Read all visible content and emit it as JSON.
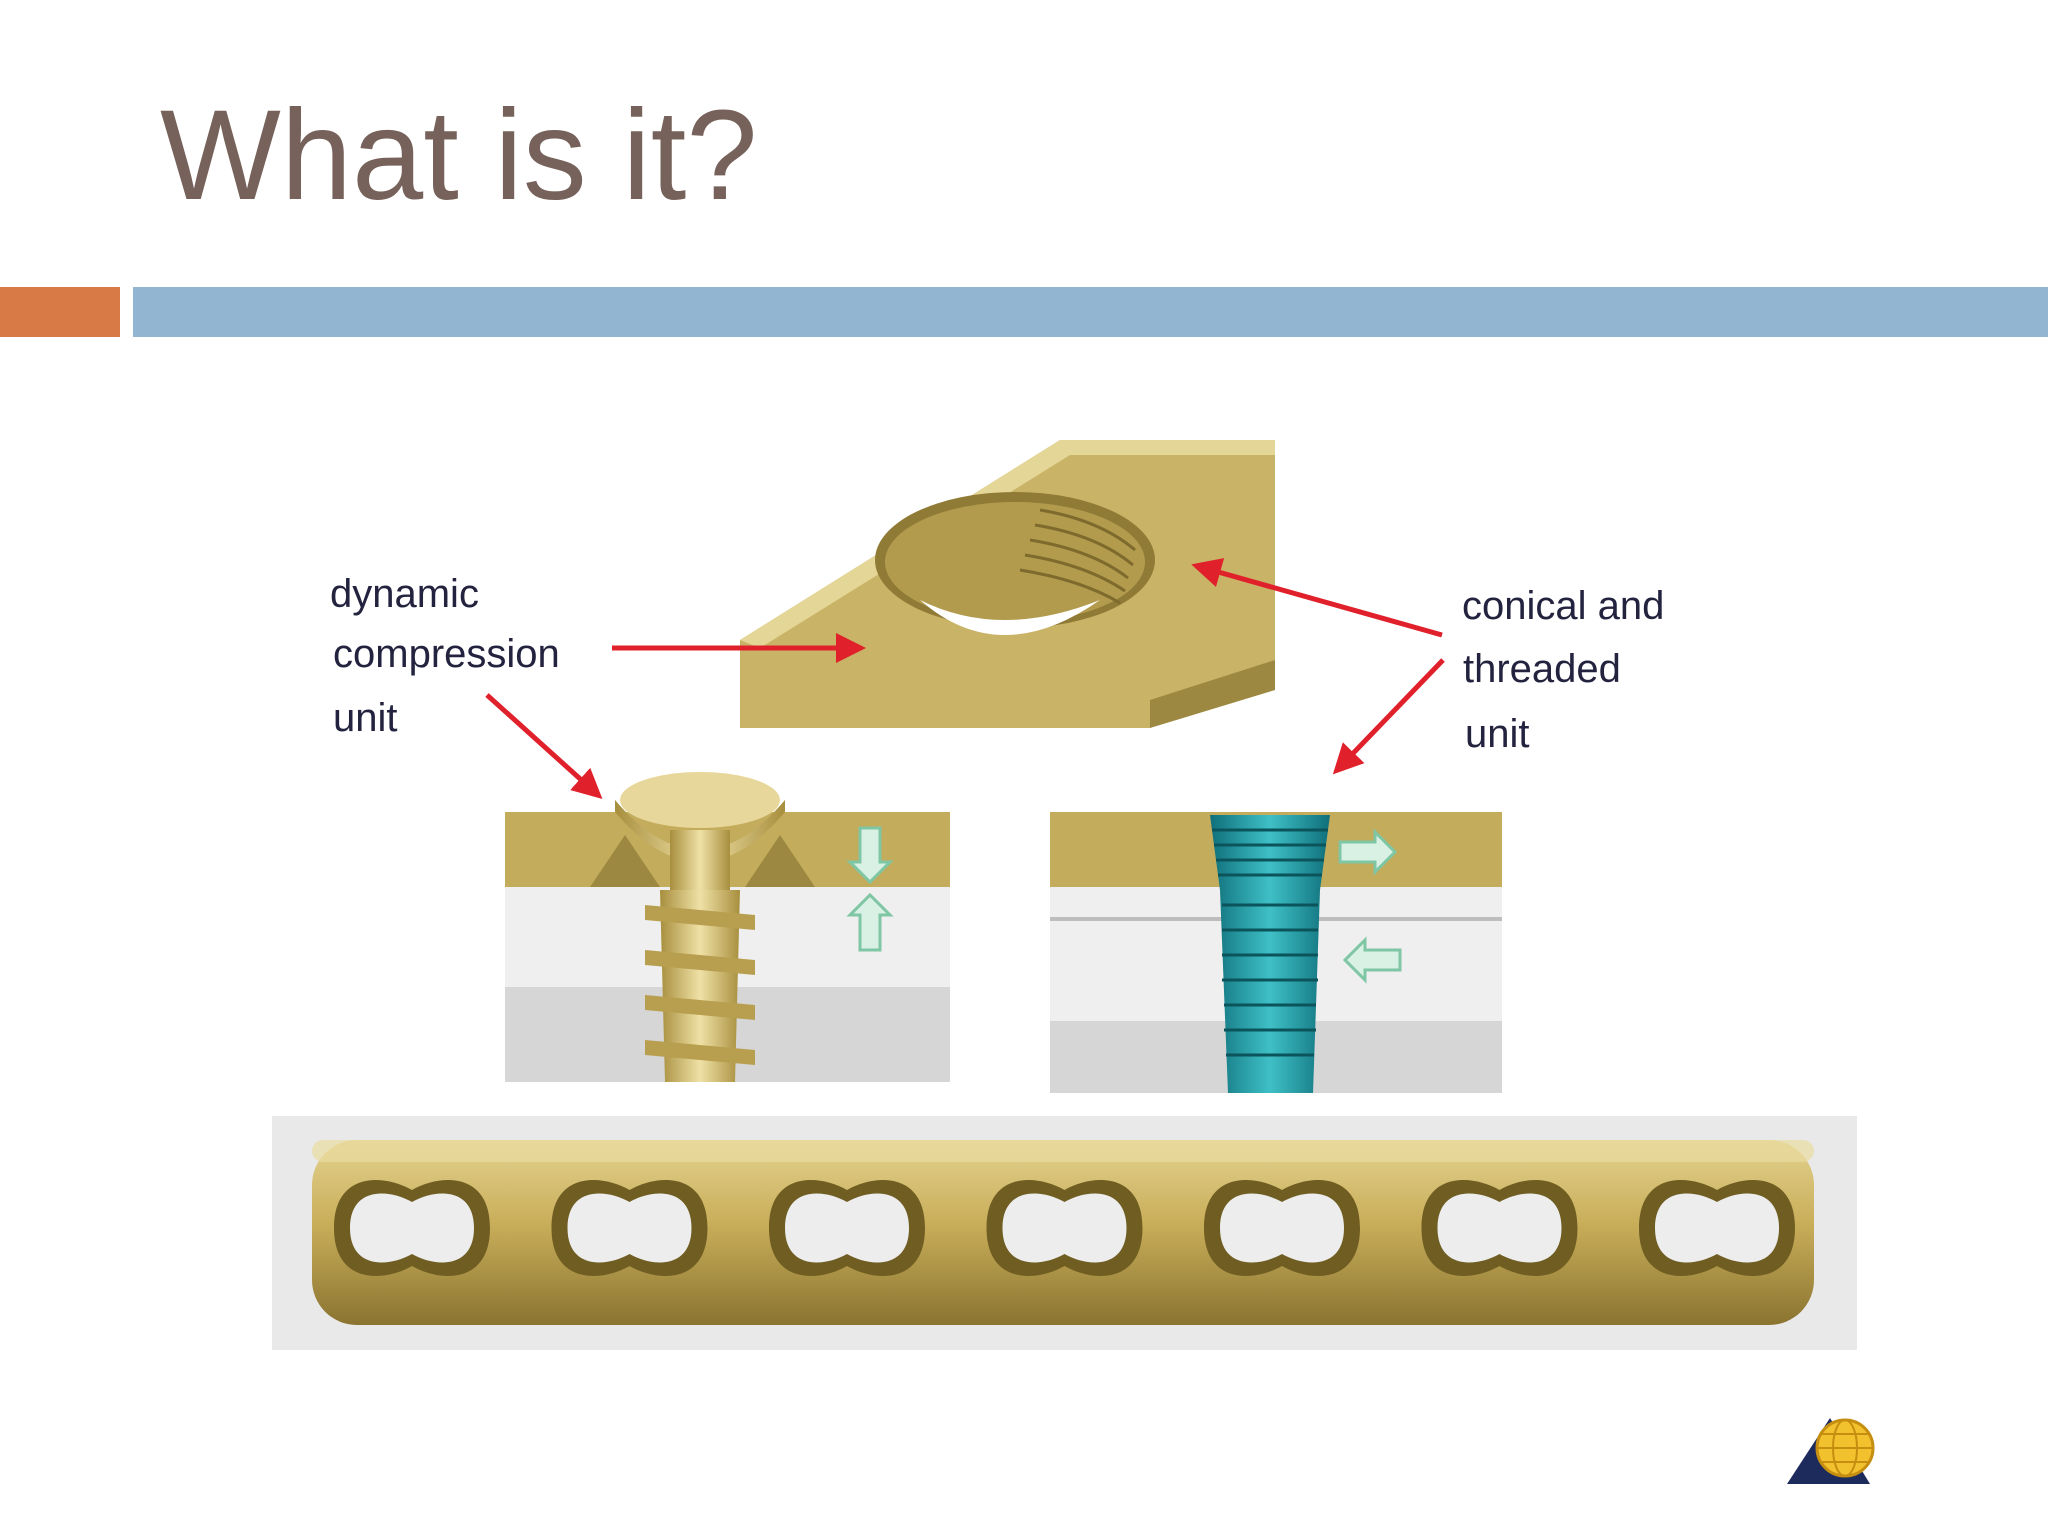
{
  "slide": {
    "title": "What is it?",
    "colors": {
      "title": "#76625a",
      "accent_bar": "#d77a45",
      "main_bar": "#92b5d1",
      "plate_gold": "#c8b266",
      "screw_gold": "#d8c47c",
      "locking_screw_teal": "#2a9fa8",
      "arrow_red": "#e0202a",
      "label_text": "#23233f"
    }
  },
  "labels": {
    "left": [
      "dynamic",
      "compression",
      "unit"
    ],
    "right": [
      "conical and",
      "threaded",
      "unit"
    ]
  },
  "plate": {
    "hole_count": 7
  },
  "logo": {
    "icon": "ao-foundation-logo"
  }
}
